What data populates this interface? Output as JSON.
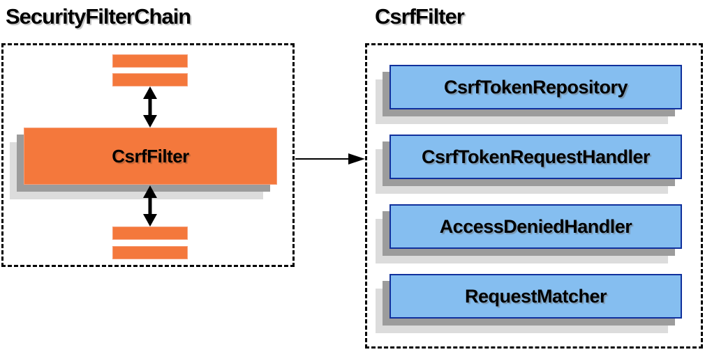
{
  "diagram": {
    "left": {
      "title": "SecurityFilterChain",
      "filter_box_label": "CsrfFilter"
    },
    "right": {
      "title": "CsrfFilter",
      "components": [
        "CsrfTokenRepository",
        "CsrfTokenRequestHandler",
        "AccessDeniedHandler",
        "RequestMatcher"
      ]
    }
  },
  "colors": {
    "orange": "#F4783C",
    "orange-border": "#F59E78",
    "blue": "#85BEF0",
    "blue-border": "#10309C",
    "shadow-dark": "#9C9C9C",
    "shadow-light": "#DCDCDC",
    "line": "#000000"
  }
}
